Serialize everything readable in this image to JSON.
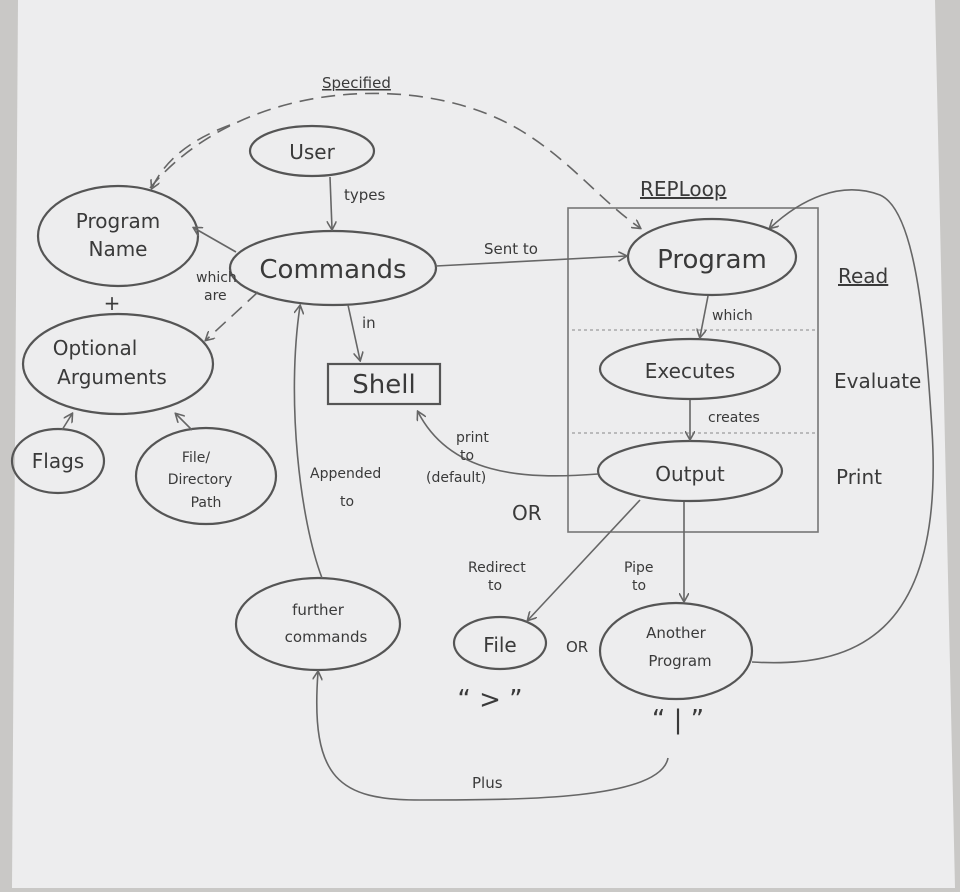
{
  "nodes": {
    "user": "User",
    "commands": "Commands",
    "program_name_1": "Program",
    "program_name_2": "Name",
    "optional_args_1": "Optional",
    "optional_args_2": "Arguments",
    "flags": "Flags",
    "file_path_1": "File/",
    "file_path_2": "Directory",
    "file_path_3": "Path",
    "shell": "Shell",
    "program": "Program",
    "executes": "Executes",
    "output": "Output",
    "file": "File",
    "another_program_1": "Another",
    "another_program_2": "Program",
    "further_commands_1": "further",
    "further_commands_2": "commands"
  },
  "edges": {
    "specified": "Specified",
    "types": "types",
    "sent_to": "Sent to",
    "which_are_1": "which",
    "which_are_2": "are",
    "plus_sign": "+",
    "in": "in",
    "which": "which",
    "creates": "creates",
    "print_to_1": "print",
    "print_to_2": "to",
    "print_to_3": "(default)",
    "appended_1": "Appended",
    "appended_2": "to",
    "or_1": "OR",
    "or_2": "OR",
    "redirect_1": "Redirect",
    "redirect_2": "to",
    "pipe_1": "Pipe",
    "pipe_2": "to",
    "redirect_symbol": "“ > ”",
    "pipe_symbol": "“ | ”",
    "plus": "Plus"
  },
  "loop": {
    "title": "REPLoop",
    "read": "Read",
    "evaluate": "Evaluate",
    "print": "Print"
  }
}
